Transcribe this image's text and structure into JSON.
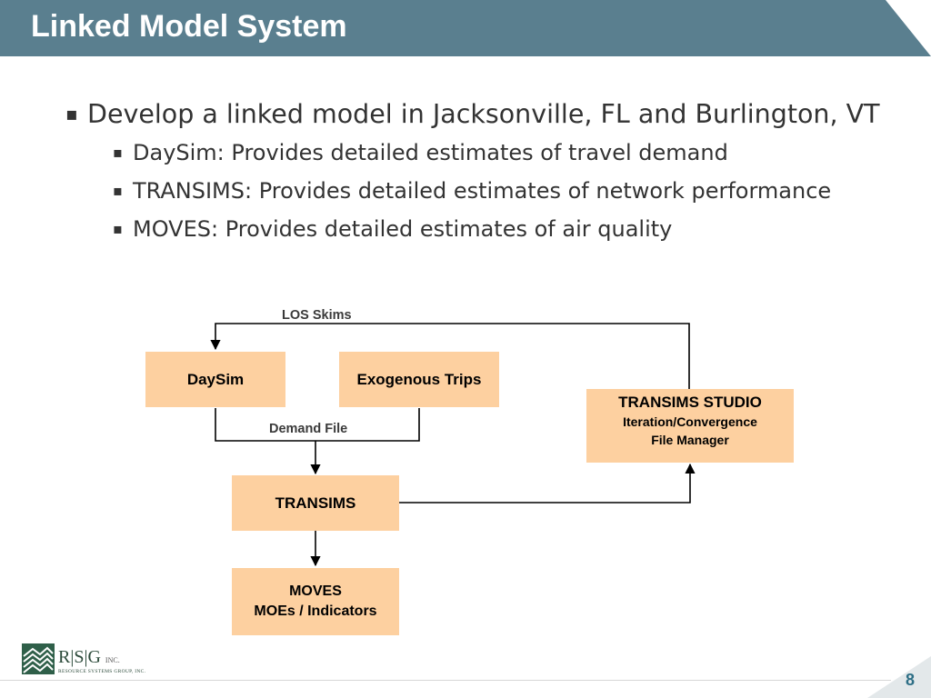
{
  "slide": {
    "title": "Linked Model System",
    "page_number": "8"
  },
  "bullets": {
    "main": "Develop a linked model in Jacksonville, FL and Burlington, VT",
    "sub": [
      "DaySim: Provides detailed estimates of travel demand",
      "TRANSIMS: Provides detailed estimates of network performance",
      "MOVES: Provides detailed estimates of air quality"
    ]
  },
  "diagram": {
    "los_skims": "LOS Skims",
    "demand_file": "Demand File",
    "daysim": "DaySim",
    "exogenous_trips": "Exogenous Trips",
    "transims_studio": "TRANSIMS STUDIO",
    "studio_line1": "Iteration/Convergence",
    "studio_line2": "File Manager",
    "transims": "TRANSIMS",
    "moves": "MOVES",
    "moes": "MOEs / Indicators"
  },
  "logo": {
    "letters": "R|S|G",
    "inc": "INC.",
    "tagline": "RESOURCE SYSTEMS GROUP, INC."
  },
  "colors": {
    "title_bar": "#5a7f8f",
    "box_fill": "#fdd0a0",
    "page_number": "#2e6f86"
  }
}
